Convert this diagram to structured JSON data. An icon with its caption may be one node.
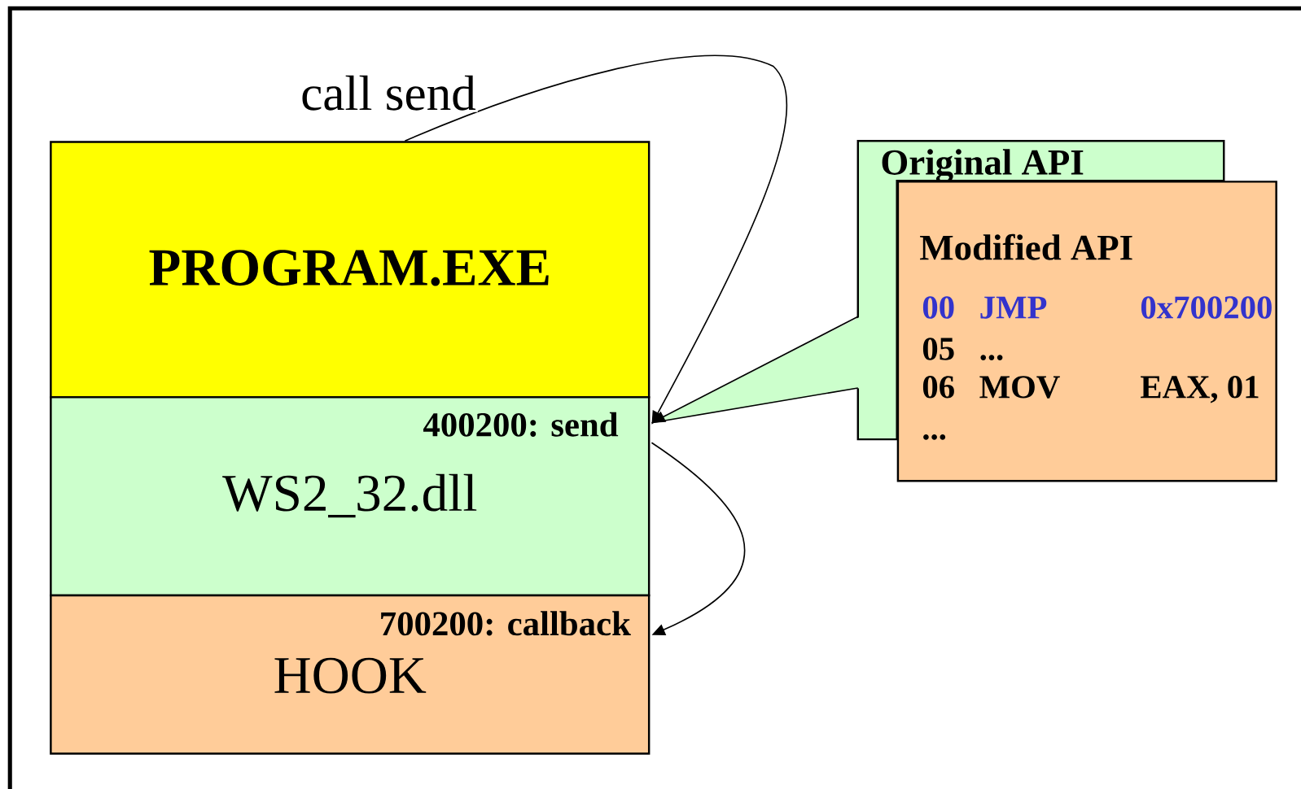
{
  "diagram": {
    "nodes": [
      {
        "text": [
          "PROGRAM.EXE"
        ]
      },
      {
        "text": [
          "400200: send",
          "WS2_32.dll"
        ]
      },
      {
        "text": [
          "700200: callback",
          "HOOK"
        ]
      },
      {
        "text": [
          "Original API"
        ]
      },
      {
        "text": [
          "Modified API",
          "00",
          "JMP",
          "0x700200",
          "05",
          "...",
          "06",
          "MOV",
          "EAX, 01",
          "..."
        ]
      }
    ],
    "edges": [
      {
        "from": 0,
        "to": 1,
        "arrow": "to",
        "label": "call send"
      },
      {
        "from": 3,
        "to": 1,
        "arrow": "to"
      },
      {
        "from": 1,
        "to": 2,
        "arrow": "to"
      }
    ]
  }
}
